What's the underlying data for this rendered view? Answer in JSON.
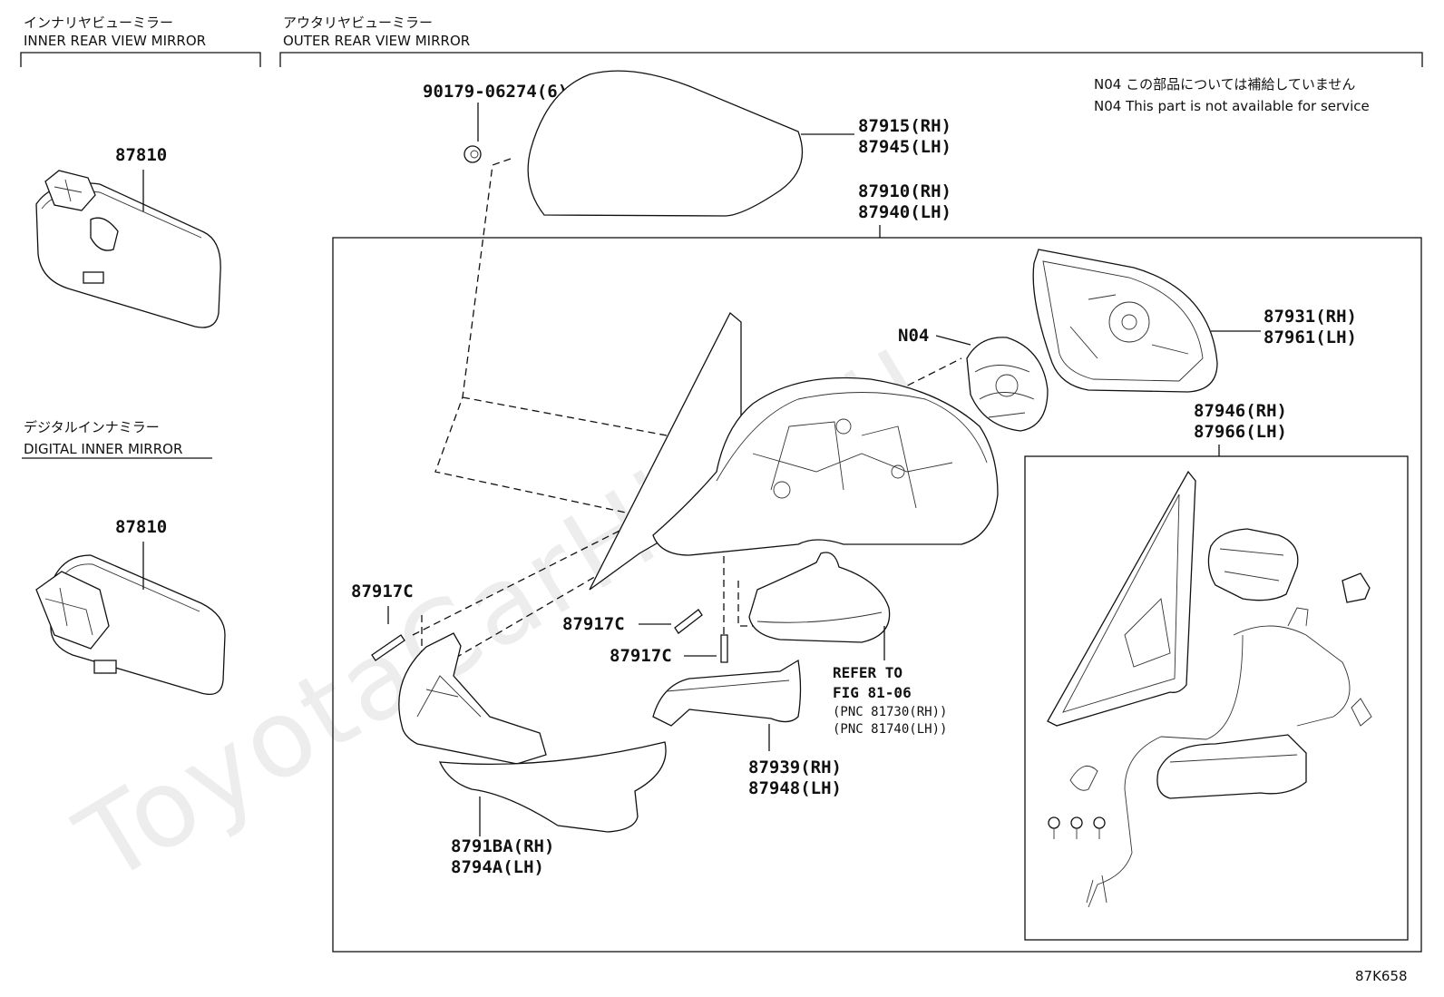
{
  "watermark": "ToyotaCarHire.ru",
  "sections": {
    "inner": {
      "jp": "インナリヤビューミラー",
      "en": "INNER REAR VIEW MIRROR"
    },
    "outer": {
      "jp": "アウタリヤビューミラー",
      "en": "OUTER REAR VIEW MIRROR"
    },
    "digital": {
      "jp": "デジタルインナミラー",
      "en": "DIGITAL INNER MIRROR"
    }
  },
  "note": {
    "jp": "N04 この部品については補給していません",
    "en": "N04 This part is not available for service"
  },
  "labels": {
    "inner_mirror": "87810",
    "digital_mirror": "87810",
    "bolt_90179": "90179-06274(6)",
    "cover_rh": "87915(RH)",
    "cover_lh": "87945(LH)",
    "assy_rh": "87910(RH)",
    "assy_lh": "87940(LH)",
    "n04": "N04",
    "body_rh": "87931(RH)",
    "body_lh": "87961(LH)",
    "sub_rh": "87946(RH)",
    "sub_lh": "87966(LH)",
    "screw_left": "87917C",
    "screw_mid1": "87917C",
    "screw_mid2": "87917C",
    "refer_to": "REFER TO",
    "fig": "FIG 81-06",
    "pnc_rh": "(PNC 81730(RH))",
    "pnc_lh": "(PNC 81740(LH))",
    "lower_rh": "87939(RH)",
    "lower_lh": "87948(LH)",
    "cover_lower_rh": "8791BA(RH)",
    "cover_lower_lh": "8794A(LH)"
  },
  "diagram_code": "87K658"
}
